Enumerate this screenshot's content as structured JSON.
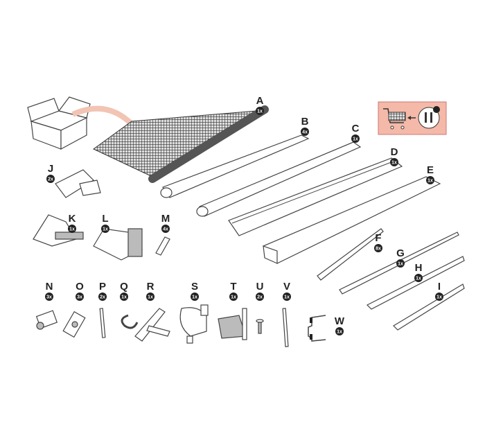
{
  "parts": [
    {
      "letter": "A",
      "qty": "1x"
    },
    {
      "letter": "B",
      "qty": "4x"
    },
    {
      "letter": "C",
      "qty": "1x"
    },
    {
      "letter": "D",
      "qty": "1x"
    },
    {
      "letter": "E",
      "qty": "1x"
    },
    {
      "letter": "F",
      "qty": "8x"
    },
    {
      "letter": "G",
      "qty": "1x"
    },
    {
      "letter": "H",
      "qty": "1x"
    },
    {
      "letter": "I",
      "qty": "1x"
    },
    {
      "letter": "J",
      "qty": "2x"
    },
    {
      "letter": "K",
      "qty": "1x"
    },
    {
      "letter": "L",
      "qty": "1x"
    },
    {
      "letter": "M",
      "qty": "4x"
    },
    {
      "letter": "N",
      "qty": "3x"
    },
    {
      "letter": "O",
      "qty": "3x"
    },
    {
      "letter": "P",
      "qty": "2x"
    },
    {
      "letter": "Q",
      "qty": "1x"
    },
    {
      "letter": "R",
      "qty": "1x"
    },
    {
      "letter": "S",
      "qty": "1x"
    },
    {
      "letter": "T",
      "qty": "1x"
    },
    {
      "letter": "U",
      "qty": "2x"
    },
    {
      "letter": "V",
      "qty": "1x"
    },
    {
      "letter": "W",
      "qty": "1x"
    }
  ],
  "colors": {
    "cart_box": "#f4b9a8",
    "badge": "#222222",
    "arrow": "#f2c4b4"
  },
  "icons": [
    "box-icon",
    "shopping-cart-icon",
    "screws-icon"
  ]
}
